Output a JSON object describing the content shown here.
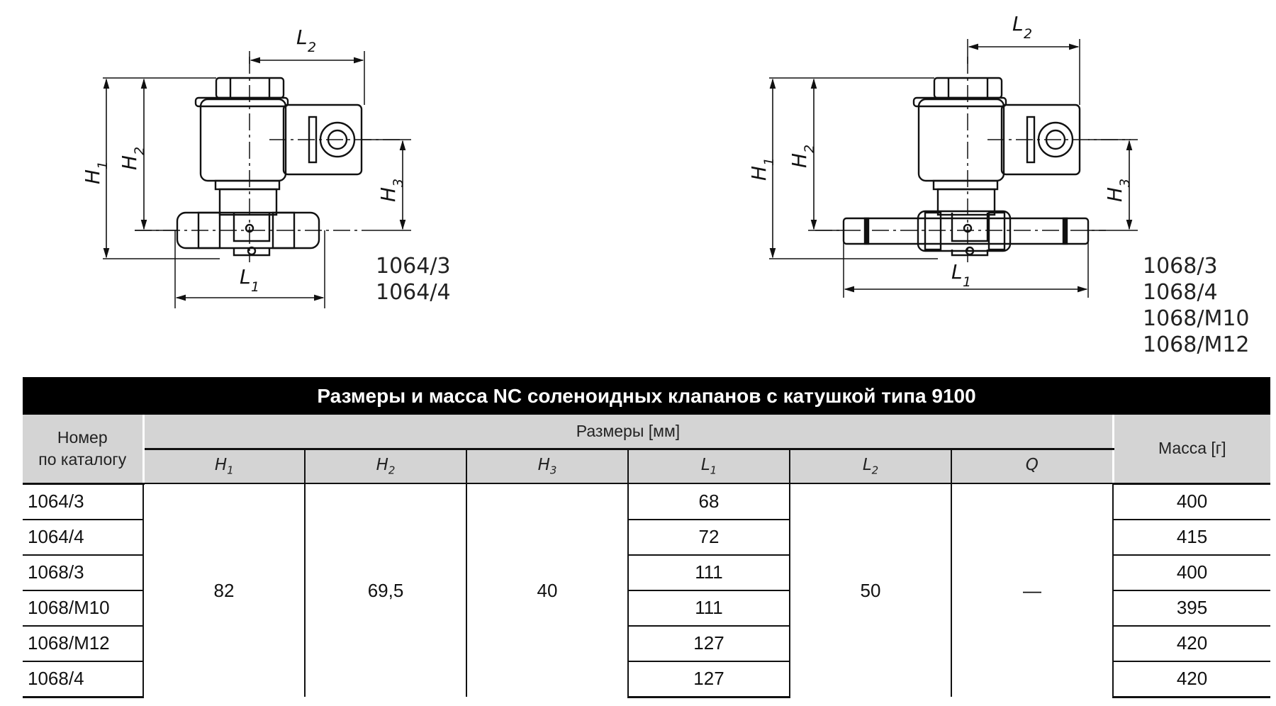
{
  "drawings": {
    "left": {
      "models": [
        "1064/3",
        "1064/4"
      ]
    },
    "right": {
      "models": [
        "1068/3",
        "1068/4",
        "1068/M10",
        "1068/M12"
      ]
    },
    "dimension_labels": {
      "L": "L",
      "H": "H",
      "sub1": "1",
      "sub2": "2",
      "sub3": "3"
    }
  },
  "table": {
    "title": "Размеры и масса NC соленоидных клапанов с катушкой типа 9100",
    "catalog_header_line1": "Номер",
    "catalog_header_line2": "по каталогу",
    "dimensions_header": "Размеры [мм]",
    "mass_header": "Масса [г]",
    "columns": [
      {
        "sym": "H",
        "sub": "1"
      },
      {
        "sym": "H",
        "sub": "2"
      },
      {
        "sym": "H",
        "sub": "3"
      },
      {
        "sym": "L",
        "sub": "1"
      },
      {
        "sym": "L",
        "sub": "2"
      },
      {
        "sym": "Q",
        "sub": ""
      }
    ],
    "shared": {
      "h1": "82",
      "h2": "69,5",
      "h3": "40",
      "l2": "50",
      "q": "—"
    },
    "rows": [
      {
        "catalog": "1064/3",
        "l1": "68",
        "mass": "400"
      },
      {
        "catalog": "1064/4",
        "l1": "72",
        "mass": "415"
      },
      {
        "catalog": "1068/3",
        "l1": "111",
        "mass": "400"
      },
      {
        "catalog": "1068/M10",
        "l1": "111",
        "mass": "395"
      },
      {
        "catalog": "1068/M12",
        "l1": "127",
        "mass": "420"
      },
      {
        "catalog": "1068/4",
        "l1": "127",
        "mass": "420"
      }
    ]
  }
}
